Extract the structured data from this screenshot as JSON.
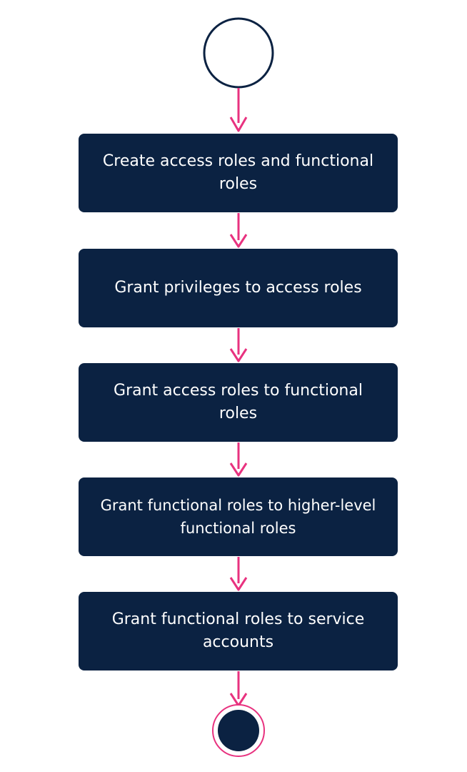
{
  "diagram": {
    "steps": [
      {
        "label": "Create access roles and functional roles"
      },
      {
        "label": "Grant privileges to access roles"
      },
      {
        "label": "Grant access roles to functional roles"
      },
      {
        "label": "Grant functional roles to higher-level functional roles"
      },
      {
        "label": "Grant functional roles to service accounts"
      }
    ]
  },
  "colors": {
    "node_fill": "#0b2242",
    "node_text": "#ffffff",
    "arrow": "#e8327f",
    "start_stroke": "#0b2242",
    "end_ring": "#e8327f"
  }
}
